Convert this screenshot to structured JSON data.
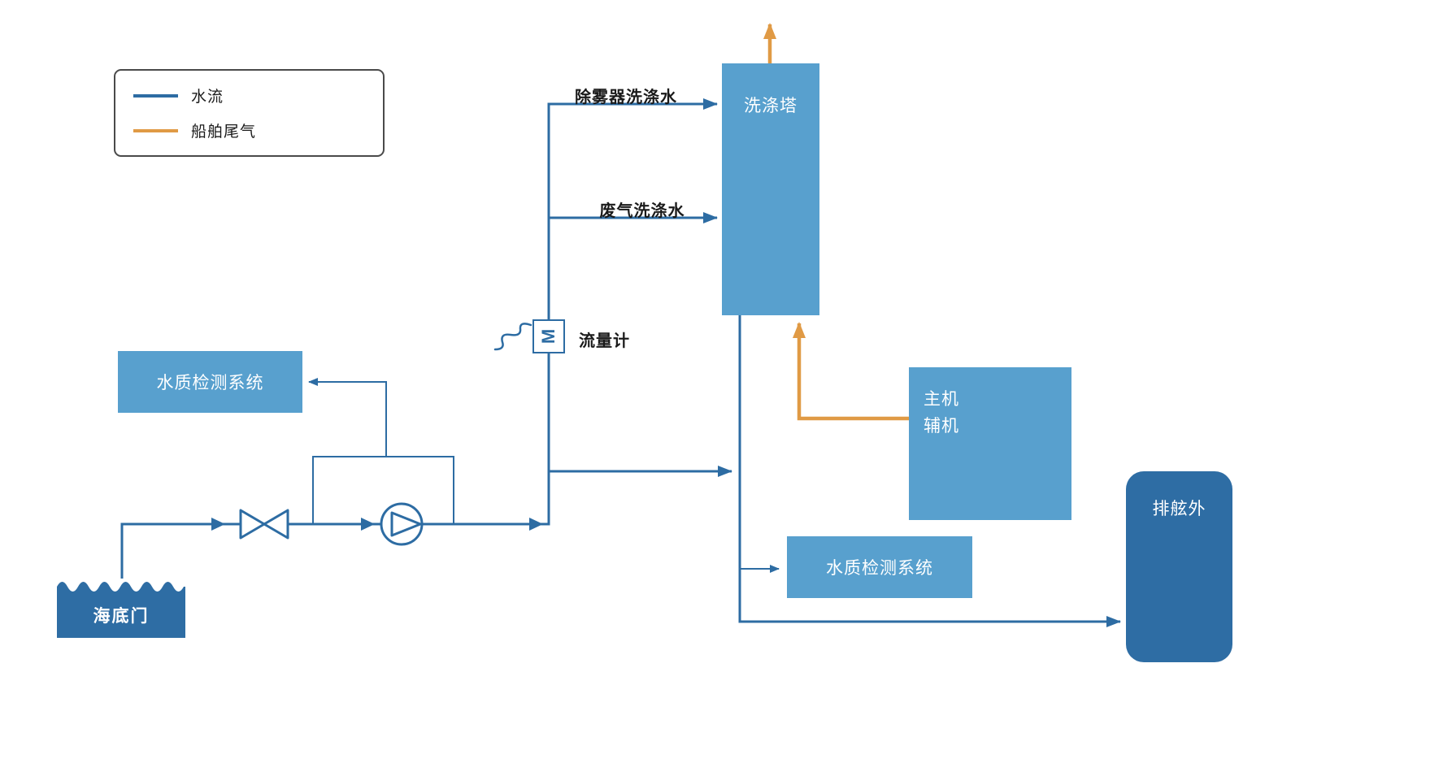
{
  "colors": {
    "blue_line": "#2d6ca3",
    "box_light": "#58a0ce",
    "box_dark": "#2e6da4",
    "orange": "#e09a45"
  },
  "legend": {
    "items": [
      {
        "label": "水流",
        "color": "#2d6ca3"
      },
      {
        "label": "船舶尾气",
        "color": "#e09a45"
      }
    ]
  },
  "nodes": {
    "scrubber_tower": "洗涤塔",
    "water_quality_left": "水质检测系统",
    "water_quality_right": "水质检测系统",
    "sea_chest": "海底门",
    "engines": [
      "主机",
      "辅机"
    ],
    "overboard": "排舷外"
  },
  "labels": {
    "demister_wash_water": "除雾器洗涤水",
    "exhaust_wash_water": "废气洗涤水",
    "flow_meter": "流量计",
    "flow_meter_symbol": "M"
  }
}
